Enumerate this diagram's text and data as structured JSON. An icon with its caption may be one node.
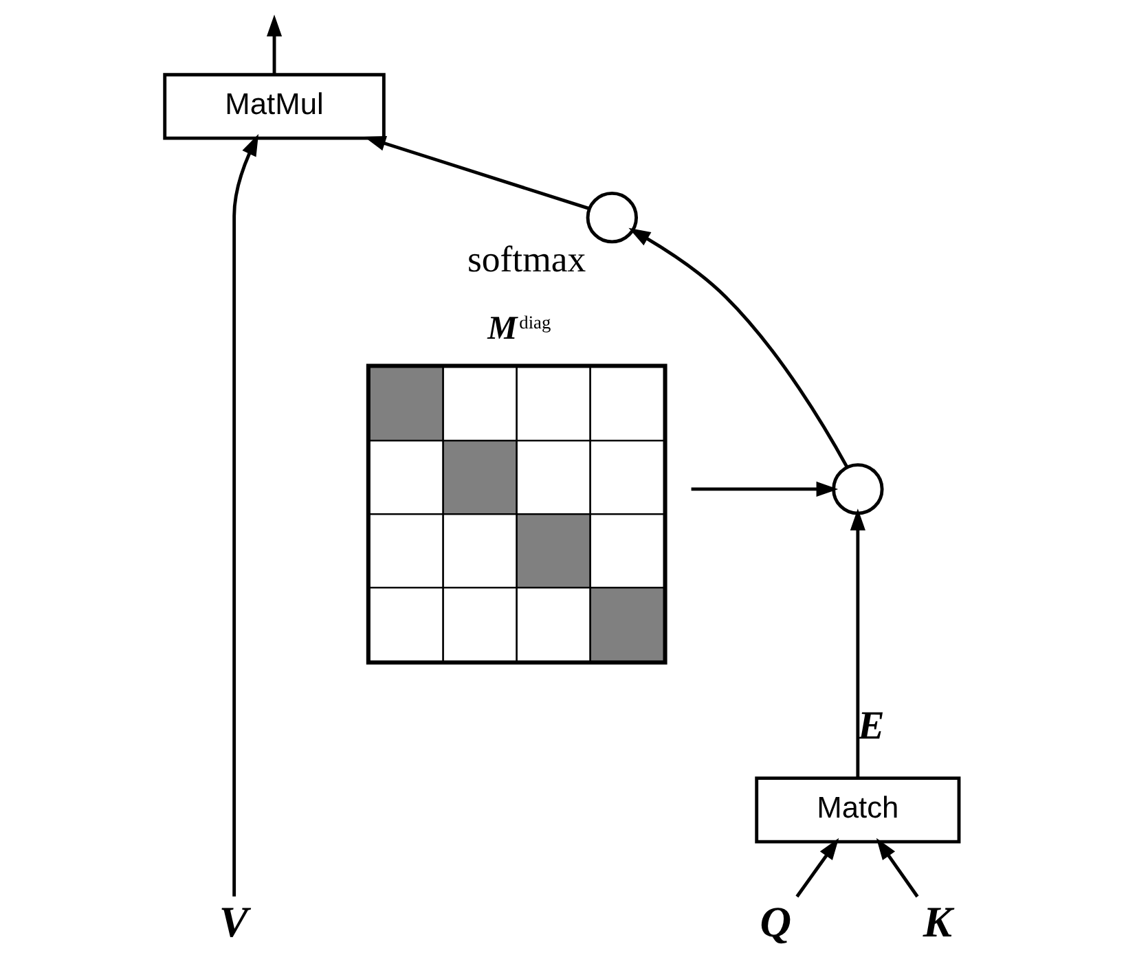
{
  "diagram": {
    "nodes": [
      {
        "text": [
          "M$^{diag}$"
        ]
      },
      {
        "text": [
          "Match"
        ]
      },
      {
        "text": [],
        "shape": "circle"
      },
      {
        "text": [],
        "shape": "circle",
        "beside": [
          "softmax"
        ]
      },
      {
        "text": [
          "MatMul"
        ]
      },
      {
        "text": [
          "Q"
        ]
      },
      {
        "text": [
          "K"
        ]
      },
      {
        "text": [
          "V"
        ]
      }
    ],
    "edges": [
      {
        "from": 5,
        "to": 1,
        "arrow": "to"
      },
      {
        "from": 6,
        "to": 1,
        "arrow": "to"
      },
      {
        "from": 1,
        "to": 2,
        "label": "E",
        "arrow": "to"
      },
      {
        "from": 0,
        "to": 2,
        "arrow": "to"
      },
      {
        "from": 2,
        "to": 3,
        "arrow": "to"
      },
      {
        "from": 3,
        "to": 4,
        "arrow": "to"
      },
      {
        "from": 7,
        "to": 4,
        "arrow": "to"
      },
      {
        "from": 4,
        "to": null,
        "arrow": "to"
      }
    ]
  }
}
